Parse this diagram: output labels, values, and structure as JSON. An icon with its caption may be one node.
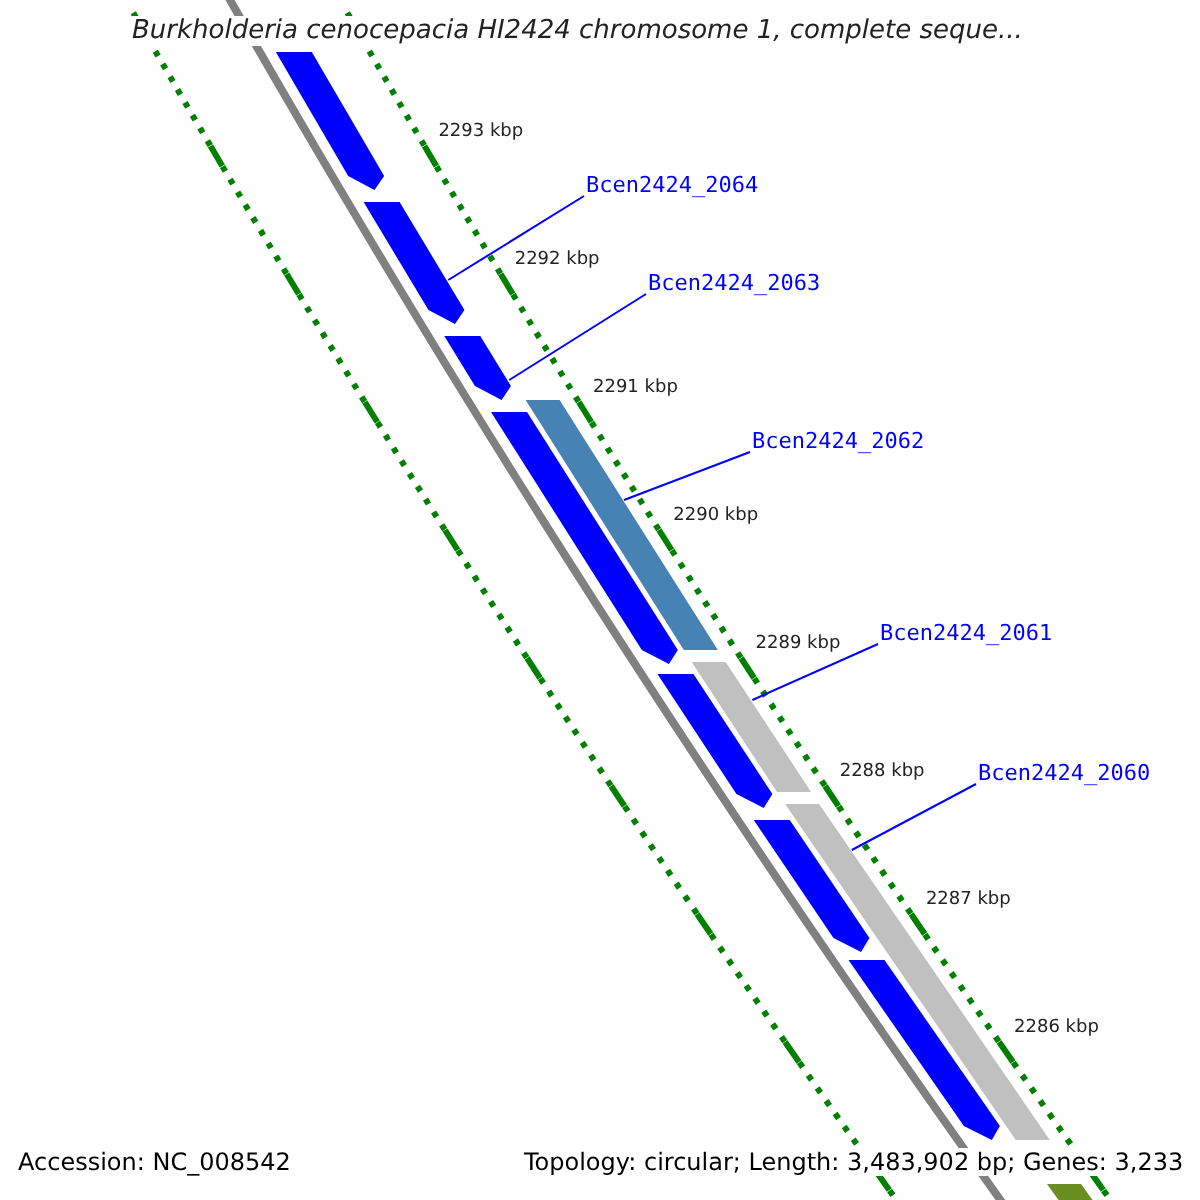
{
  "diagram": {
    "title": "Burkholderia cenocepacia HI2424 chromosome 1, complete seque...",
    "nodes": [
      {
        "text": [
          "Bcen2424_2064"
        ]
      },
      {
        "text": [
          "Bcen2424_2063"
        ]
      },
      {
        "text": [
          "Bcen2424_2062"
        ]
      },
      {
        "text": [
          "Bcen2424_2061"
        ]
      },
      {
        "text": [
          "Bcen2424_2060"
        ]
      },
      {
        "text": [],
        "shape": "arrow"
      },
      {
        "text": [],
        "shape": "arrow"
      },
      {
        "text": [],
        "shape": "arrow"
      },
      {
        "text": [],
        "shape": "bar"
      },
      {
        "text": [],
        "shape": "arrow"
      },
      {
        "text": [],
        "shape": "bar"
      },
      {
        "text": [],
        "shape": "arrow"
      },
      {
        "text": [],
        "shape": "bar"
      },
      {
        "text": [],
        "shape": "arrow"
      },
      {
        "text": [],
        "shape": "arrow"
      },
      {
        "text": [],
        "shape": "bar"
      }
    ],
    "edges": [
      {
        "from": 0,
        "to": 6,
        "arrow": "none"
      },
      {
        "from": 1,
        "to": 7,
        "arrow": "none"
      },
      {
        "from": 2,
        "to": 8,
        "arrow": "none"
      },
      {
        "from": 3,
        "to": 10,
        "arrow": "none"
      },
      {
        "from": 4,
        "to": 12,
        "arrow": "none"
      }
    ],
    "labels": [
      "2293 kbp",
      "2292 kbp",
      "2291 kbp",
      "2290 kbp",
      "2289 kbp",
      "2288 kbp",
      "2287 kbp",
      "2286 kbp",
      "Accession: NC_008542",
      "Topology: circular; Length: 3,483,902 bp; Genes: 3,233"
    ]
  }
}
